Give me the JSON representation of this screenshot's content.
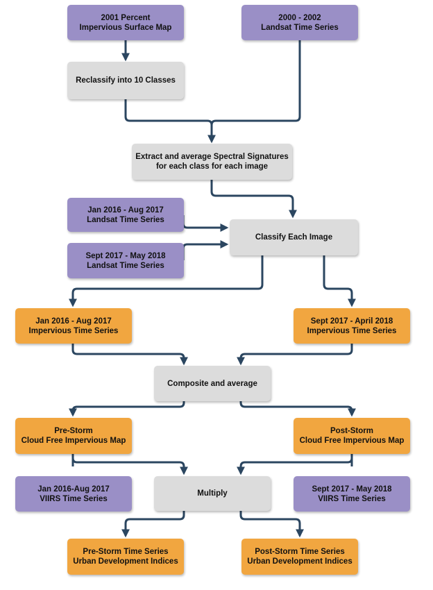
{
  "diagram": {
    "nodes": {
      "impervious_2001": {
        "text": "2001 Percent\nImpervious Surface Map",
        "color": "#9a8fc6"
      },
      "landsat_2000_2002": {
        "text": "2000 - 2002\nLandsat Time Series",
        "color": "#9a8fc6"
      },
      "reclassify": {
        "text": "Reclassify into 10 Classes",
        "color": "#dcdcdc"
      },
      "extract_signatures": {
        "text": "Extract and average Spectral Signatures\nfor each class for each image",
        "color": "#dcdcdc"
      },
      "landsat_jan2016_aug2017": {
        "text": "Jan 2016 - Aug 2017\nLandsat Time Series",
        "color": "#9a8fc6"
      },
      "landsat_sept2017_may2018": {
        "text": "Sept 2017 - May 2018\nLandsat Time Series",
        "color": "#9a8fc6"
      },
      "classify_each_image": {
        "text": "Classify Each Image",
        "color": "#dcdcdc"
      },
      "impervious_jan2016_aug2017": {
        "text": "Jan 2016 - Aug 2017\nImpervious Time Series",
        "color": "#f1a640"
      },
      "impervious_sept2017_apr2018": {
        "text": "Sept 2017 - April 2018\nImpervious Time Series",
        "color": "#f1a640"
      },
      "composite_average": {
        "text": "Composite and average",
        "color": "#dcdcdc"
      },
      "pre_storm_map": {
        "text": "Pre-Storm\nCloud Free Impervious Map",
        "color": "#f1a640"
      },
      "post_storm_map": {
        "text": "Post-Storm\nCloud Free Impervious Map",
        "color": "#f1a640"
      },
      "viirs_jan2016_aug2017": {
        "text": "Jan 2016-Aug 2017\nVIIRS Time Series",
        "color": "#9a8fc6"
      },
      "multiply": {
        "text": "Multiply",
        "color": "#dcdcdc"
      },
      "viirs_sept2017_may2018": {
        "text": "Sept 2017 - May 2018\nVIIRS Time Series",
        "color": "#9a8fc6"
      },
      "pre_storm_indices": {
        "text": "Pre-Storm Time Series\nUrban Development Indices",
        "color": "#f1a640"
      },
      "post_storm_indices": {
        "text": "Post-Storm Time Series\nUrban Development Indices",
        "color": "#f1a640"
      }
    },
    "connector_color": "#2b4660"
  }
}
